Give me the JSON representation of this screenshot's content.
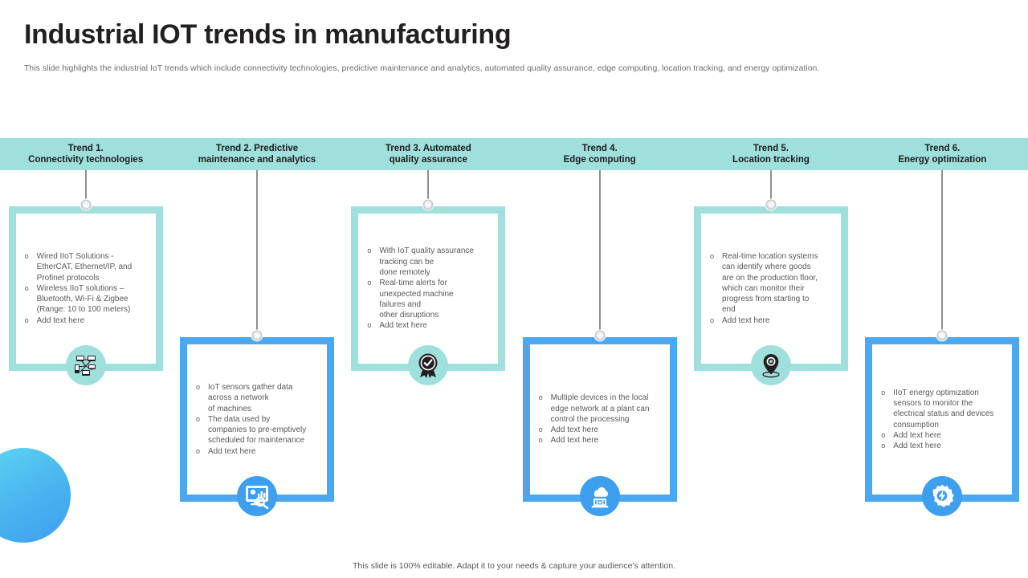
{
  "header": {
    "title": "Industrial IOT trends in manufacturing",
    "subtitle": "This slide highlights the industrial IoT trends which include connectivity technologies, predictive maintenance and analytics, automated quality assurance, edge computing, location tracking, and energy optimization."
  },
  "footer": {
    "note": "This slide is 100% editable. Adapt it to your needs & capture your audience’s attention."
  },
  "colors": {
    "teal": "#9FE0DD",
    "blue": "#4BA8F0",
    "title_text": "#231F20",
    "body_text": "#58595B",
    "subtitle_text": "#6D6E71"
  },
  "columns": [
    {
      "heading_line1": "Trend 1.",
      "heading_line2": "Connectivity technologies",
      "accent": "teal",
      "position": "high",
      "icon": "network-devices-icon",
      "bullets": [
        "Wired IIoT Solutions -\nEtherCAT, Ethernet/IP, and\nProfinet protocols",
        "Wireless IIoT solutions –\nBluetooth, Wi-Fi & Zigbee\n(Range: 10 to 100 meters)",
        "Add text here"
      ]
    },
    {
      "heading_line1": "Trend 2. Predictive",
      "heading_line2": "maintenance and analytics",
      "accent": "blue",
      "position": "low",
      "icon": "analytics-monitor-icon",
      "bullets": [
        "IoT sensors gather data\nacross a network\nof machines",
        "The data used by\ncompanies to pre-emptively\nscheduled for maintenance",
        "Add text here"
      ]
    },
    {
      "heading_line1": "Trend 3. Automated",
      "heading_line2": "quality assurance",
      "accent": "teal",
      "position": "high",
      "icon": "quality-badge-icon",
      "bullets": [
        "With IoT quality assurance\ntracking can be\ndone remotely",
        "Real-time alerts for\nunexpected machine\nfailures and\nother disruptions",
        "Add text here"
      ]
    },
    {
      "heading_line1": "Trend 4.",
      "heading_line2": "Edge computing",
      "accent": "blue",
      "position": "low",
      "icon": "cloud-laptop-icon",
      "bullets": [
        "Multiple devices in the local\nedge network at a plant can\ncontrol the processing",
        "Add text here",
        "Add text here"
      ]
    },
    {
      "heading_line1": "Trend 5.",
      "heading_line2": "Location tracking",
      "accent": "teal",
      "position": "high",
      "icon": "map-pin-icon",
      "bullets": [
        "Real-time location systems\ncan identify where goods\nare on the production floor,\nwhich can monitor their\nprogress from starting to\nend",
        "Add text here"
      ]
    },
    {
      "heading_line1": "Trend 6.",
      "heading_line2": "Energy optimization",
      "accent": "blue",
      "position": "low",
      "icon": "gear-bolt-icon",
      "bullets": [
        "IIoT energy optimization\nsensors to monitor the\nelectrical status and devices\nconsumption",
        "Add text here",
        "Add text here"
      ]
    }
  ]
}
